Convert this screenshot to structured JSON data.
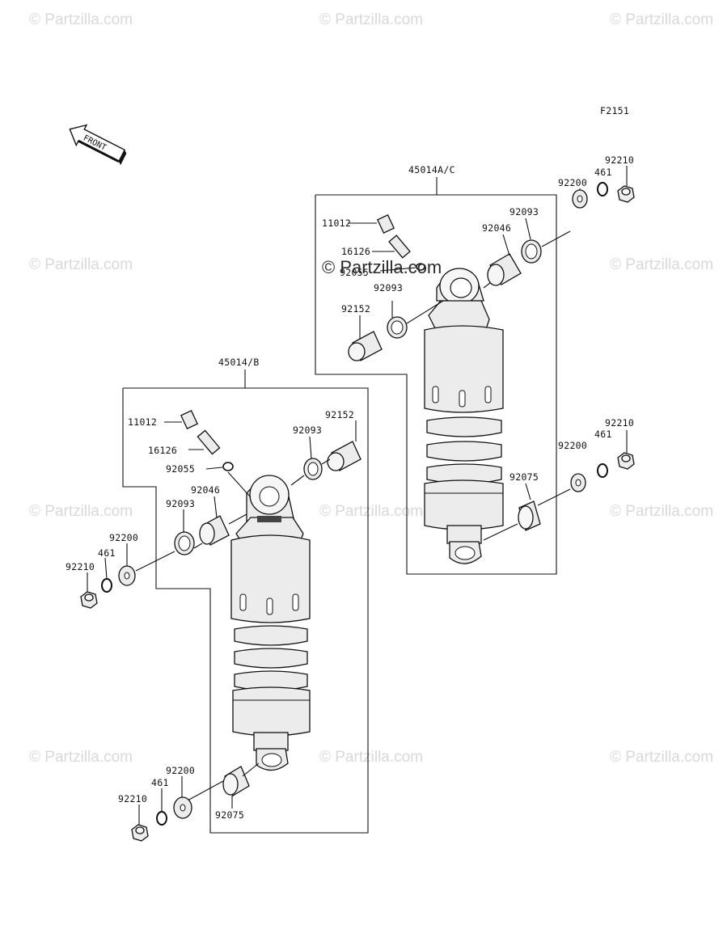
{
  "figure_code": "F2151",
  "front_label": "FRONT",
  "watermark_text": "© Partzilla.com",
  "watermark_center_text": "© Partzilla.com",
  "assembly_right": {
    "title": "45014A/C",
    "labels": {
      "p11012": "11012",
      "p16126": "16126",
      "p92055": "92055",
      "p92093_top": "92093",
      "p92152": "92152",
      "p92046": "92046",
      "p92093_right": "92093",
      "p92200_top": "92200",
      "p461_top": "461",
      "p92210_top": "92210",
      "p92075": "92075",
      "p92200_bottom": "92200",
      "p461_bottom": "461",
      "p92210_bottom": "92210"
    }
  },
  "assembly_left": {
    "title": "45014/B",
    "labels": {
      "p11012": "11012",
      "p16126": "16126",
      "p92055": "92055",
      "p92046": "92046",
      "p92093_left": "92093",
      "p92200_top": "92200",
      "p461_top": "461",
      "p92210_top": "92210",
      "p92093_right": "92093",
      "p92152": "92152",
      "p92200_bottom": "92200",
      "p461_bottom": "461",
      "p92210_bottom": "92210",
      "p92075": "92075"
    }
  }
}
